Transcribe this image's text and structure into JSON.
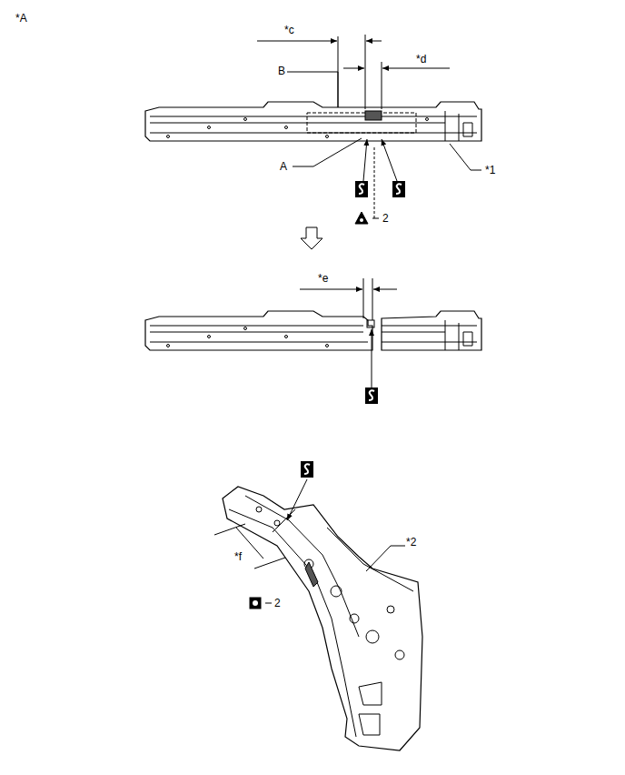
{
  "diagram": {
    "labels": [
      "*A",
      "*c",
      "B",
      "*d",
      "*1",
      "A",
      "2",
      "*e",
      "*f",
      "*2",
      "2"
    ]
  }
}
